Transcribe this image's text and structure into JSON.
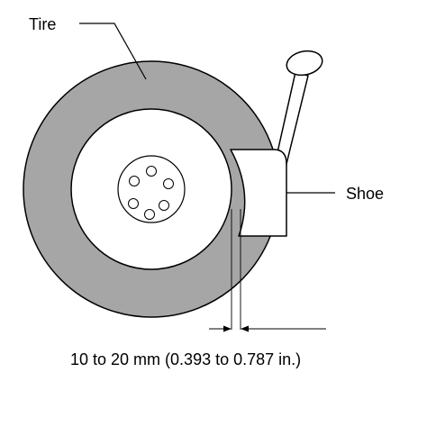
{
  "labels": {
    "tire": "Tire",
    "shoe": "Shoe",
    "measurement": "10 to 20 mm (0.393 to 0.787 in.)"
  },
  "colors": {
    "tire_fill": "#a6a6a6",
    "line": "#000000",
    "background": "#ffffff"
  }
}
